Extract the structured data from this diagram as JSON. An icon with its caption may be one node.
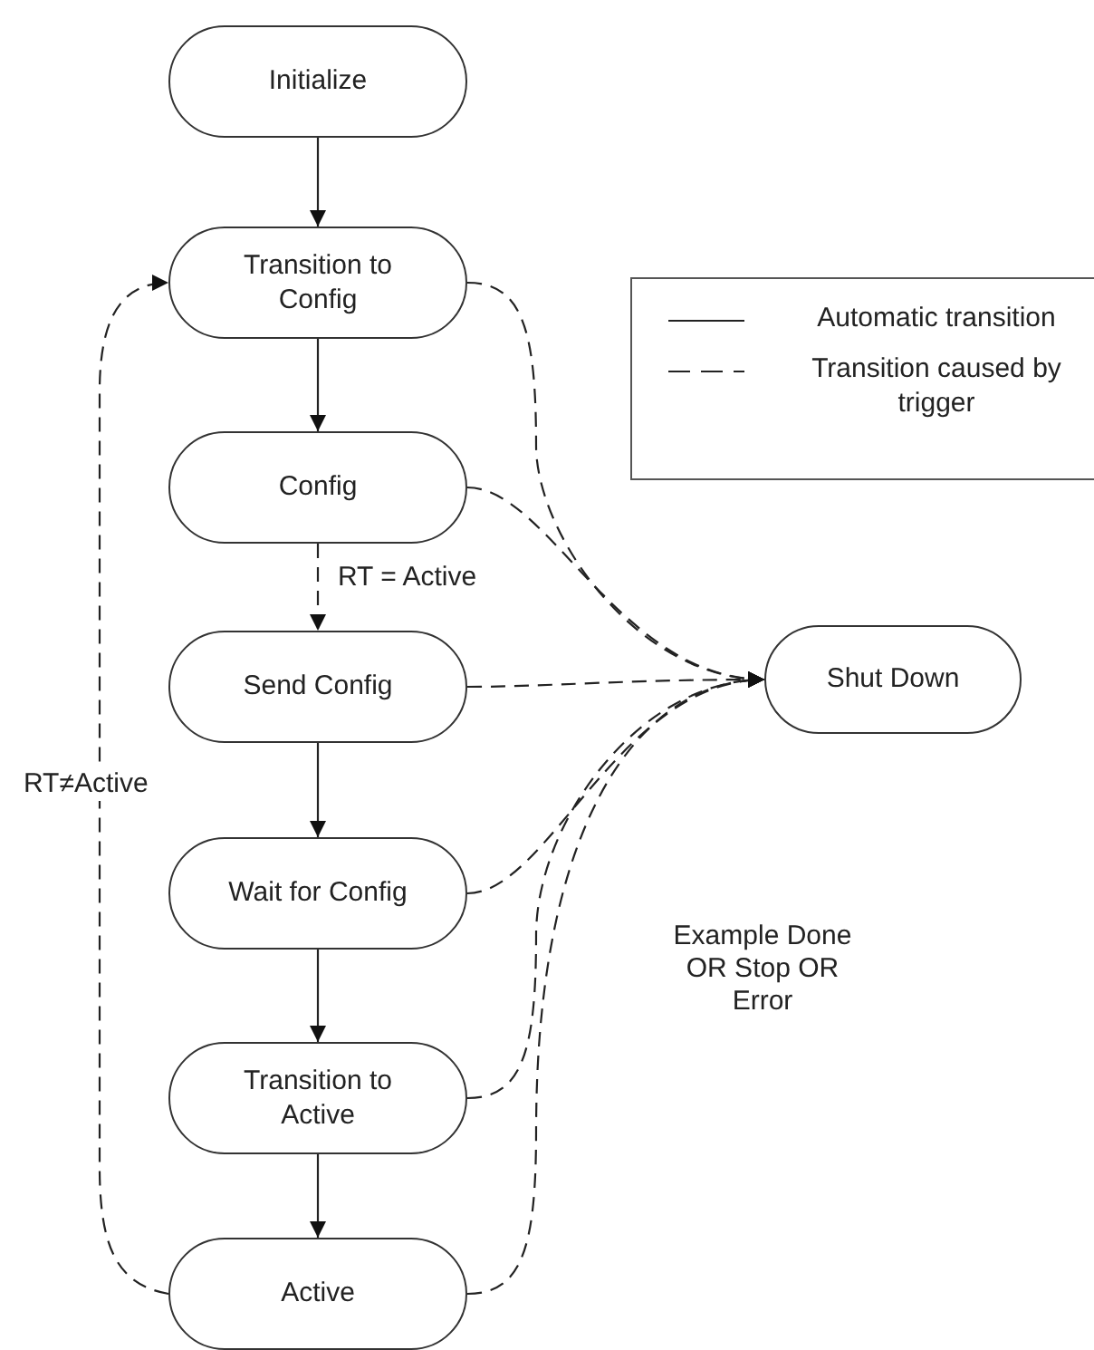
{
  "diagram": {
    "nodes": [
      {
        "text": [
          "Initialize"
        ]
      },
      {
        "text": [
          "Transition to Config"
        ]
      },
      {
        "text": [
          "Config"
        ]
      },
      {
        "text": [
          "Send Config"
        ]
      },
      {
        "text": [
          "Wait for Config"
        ]
      },
      {
        "text": [
          "Transition to Active"
        ]
      },
      {
        "text": [
          "Active"
        ]
      },
      {
        "text": [
          "Shut Down"
        ]
      }
    ],
    "edges": [
      {
        "from": 0,
        "to": 1,
        "arrow": "to"
      },
      {
        "from": 1,
        "to": 2,
        "arrow": "to"
      },
      {
        "from": 2,
        "to": 3,
        "arrow": "to",
        "style": "dashed",
        "label": "RT = Active"
      },
      {
        "from": 3,
        "to": 4,
        "arrow": "to"
      },
      {
        "from": 4,
        "to": 5,
        "arrow": "to"
      },
      {
        "from": 5,
        "to": 6,
        "arrow": "to"
      },
      {
        "from": 6,
        "to": 1,
        "arrow": "to",
        "style": "dashed",
        "label": "RT≠Active"
      },
      {
        "from": 1,
        "to": 7,
        "arrow": "to",
        "style": "dashed"
      },
      {
        "from": 2,
        "to": 7,
        "arrow": "to",
        "style": "dashed"
      },
      {
        "from": 3,
        "to": 7,
        "arrow": "to",
        "style": "dashed"
      },
      {
        "from": 4,
        "to": 7,
        "arrow": "to",
        "style": "dashed"
      },
      {
        "from": 5,
        "to": 7,
        "arrow": "to",
        "style": "dashed"
      },
      {
        "from": 6,
        "to": 7,
        "arrow": "to",
        "style": "dashed"
      }
    ],
    "labels": [
      "Example Done OR Stop OR Error"
    ],
    "legend": [
      {
        "text": "Automatic transition"
      },
      {
        "text": "Transition caused by trigger"
      }
    ]
  }
}
